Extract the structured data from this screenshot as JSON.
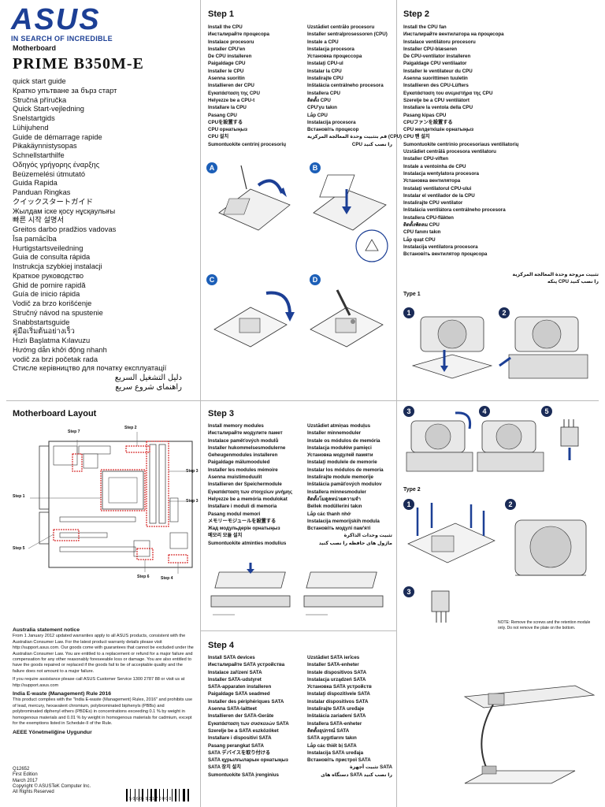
{
  "header": {
    "brand": "ASUS",
    "tagline": "IN SEARCH OF INCREDIBLE",
    "category": "Motherboard",
    "model": "PRIME B350M-E"
  },
  "languages": [
    "quick start guide",
    "Кратко упътване за бърз старт",
    "Stručná příručka",
    "Quick Start-vejledning",
    "Snelstartgids",
    "Lühijuhend",
    "Guide de démarrage rapide",
    "Pikakäynnistysopas",
    "Schnellstarthilfe",
    "Οδηγός γρήγορης έναρξης",
    "Beüzemelési útmutató",
    "Guida Rapida",
    "Panduan Ringkas",
    "クイックスタートガイド",
    "Жылдам іске қосу нұсқаулығы",
    "빠른 시작 설명서",
    "Greitos darbo pradžios vadovas",
    "Īsa pamācība",
    "Hurtigstartsveiledning",
    "Guia de consulta rápida",
    "Instrukcja szybkiej instalacji",
    "Краткое руководство",
    "Ghid de pornire rapidă",
    "Guía de inicio rápida",
    "Vodič za brzo korišćenje",
    "Stručný návod na spustenie",
    "Snabbstartsguide",
    "คู่มือเริ่มต้นอย่างเร็ว",
    "Hızlı Başlatma Kılavuzu",
    "Hướng dẫn khởi động nhanh",
    "vodič za brzi početak rada",
    "Стисле керівництво для початку експлуатації"
  ],
  "languages_rtl": [
    "دليل التشغيل السريع",
    "راهنمای شروع سریع"
  ],
  "layout": {
    "title": "Motherboard Layout",
    "callouts": [
      "Step 7",
      "Step 2",
      "Step 3",
      "Step 1",
      "Step 5",
      "Step 6",
      "Step 4"
    ]
  },
  "step1": {
    "title": "Step 1",
    "col1": [
      "Install the CPU",
      "Инсталирайте процесора",
      "Instalace procesoru",
      "Installer CPU'en",
      "De CPU installeren",
      "Paigaldage CPU",
      "Installer le CPU",
      "Asenna suoritin",
      "Installieren der CPU",
      "Εγκατάσταση της CPU",
      "Helyezze be a CPU-t",
      "Installare la CPU",
      "Pasang CPU",
      "CPUを設置する",
      "CPU орнатыңыз",
      "CPU 설치",
      "Sumontuokite centrinį procesorių"
    ],
    "col2": [
      "Uzstādiet centrālo procesoru",
      "Installer sentralprosessoren (CPU)",
      "Instale a CPU",
      "Instalacja procesora",
      "Установка процессора",
      "Instalaţi CPU-ul",
      "Instalar la CPU",
      "Instalirajte CPU",
      "Inštalácia centrálneho procesora",
      "Installera CPU",
      "ติดตั้ง CPU",
      "CPU'yu takın",
      "Lắp CPU",
      "Instalacija procesora",
      "Встановіть процесор",
      "قم بتثبيت وحدة المعالجة المركزية (CPU)",
      "CPU را نصب كنيد"
    ],
    "panels": [
      "A",
      "B",
      "C",
      "D"
    ]
  },
  "step2": {
    "title": "Step 2",
    "items": [
      "Install the CPU fan",
      "Инсталирайте вентилатора на процесора",
      "Instalace ventilátoru procesoru",
      "Installer CPU-blæseren",
      "De CPU-ventilator installeren",
      "Paigaldage CPU ventilaator",
      "Installer le ventilateur du CPU",
      "Asenna suorittimen tuuletin",
      "Installieren des CPU-Lüfters",
      "Εγκατάσταση του ανεμιστήρα της CPU",
      "Szerelje be a CPU ventilátort",
      "Installare la ventola della CPU",
      "Pasang kipas CPU",
      "CPUファンを設置する",
      "CPU желдеткішін орнатыңыз",
      "CPU 팬 설치",
      "Sumontuokite centrinio procesoriaus ventiliatorių",
      "Uzstādiet centrālā procesora ventilatoru",
      "Installer CPU-viften",
      "Instale a ventoinha de CPU",
      "Instalacja wentylatora procesora",
      "Установка вентилятора",
      "Instalaţi ventilatorul CPU-ului",
      "Instalar el ventilador de la CPU",
      "Instalirajte CPU ventilator",
      "Inštalácia ventilátora centrálneho procesora",
      "Installera CPU-fläkten",
      "ติดตั้งพัดลม CPU",
      "CPU fanını takın",
      "Lắp quạt CPU",
      "Instalacija ventilatora procesora",
      "Встановіть вентилятор процесора"
    ],
    "rtl": [
      "تثبيت مروحة وحدة المعالجة المركزية",
      "پنكه CPU را نصب كنيد"
    ],
    "type1": "Type 1",
    "type2": "Type 2",
    "note": "NOTE: Remove the screws and the retention module only. Do not remove the plate on the bottom."
  },
  "step3": {
    "title": "Step 3",
    "col1": [
      "Install memory modules",
      "Инсталирайте модулите памет",
      "Instalace paměťových modulů",
      "Installer hukommelsesmodulerne",
      "Geheugenmodules installeren",
      "Paigaldage mälumooduled",
      "Installer les modules mémoire",
      "Asenna muistimoduulit",
      "Installieren der Speichermodule",
      "Εγκατάσταση των στοιχείων μνήμης",
      "Helyezze be a memória modulokat",
      "Installare i moduli di memoria",
      "Pasang modul memori",
      "メモリーモジュールを設置する",
      "Жад модульдерін орнатыңыз",
      "메모리 모듈 설치",
      "Sumontuokite atminties modulius"
    ],
    "col2": [
      "Uzstādiet atmiņas moduļus",
      "Installer minnemoduler",
      "Instale os módulos de memória",
      "Instalacja modułów pamięci",
      "Установка модулей памяти",
      "Instalaţi modulele de memorie",
      "Instalar los módulos de memoria",
      "Instalirajte module memorije",
      "Inštalácia pamäťových modulov",
      "Installera minnesmoduler",
      "ติดตั้งโมดูลหน่วยความจำ",
      "Bellek modüllerini takın",
      "Lắp các thanh nhớ",
      "Instalacija memorijskih modula",
      "Встановіть модулі пам'яті",
      "تثبيت وحدات الذاكرة",
      "ماژول های حافظه را نصب كنيد"
    ]
  },
  "step4": {
    "title": "Step 4",
    "col1": [
      "Install SATA devices",
      "Инсталирайте SATA устройства",
      "Instalace zařízení SATA",
      "Installer SATA-udstyret",
      "SATA-apparaten installeren",
      "Paigaldage SATA seadmed",
      "Installer des périphériques SATA",
      "Asenna SATA-laitteet",
      "Installieren der SATA-Geräte",
      "Εγκατάσταση των συσκευών SATA",
      "Szerelje be a SATA eszközöket",
      "Installare i dispositivi SATA",
      "Pasang perangkat SATA",
      "SATA デバイスを取り付ける",
      "SATA құрылғыларын орнатыңыз",
      "SATA 장치 설치",
      "Sumontuokite SATA įrenginius"
    ],
    "col2": [
      "Uzstādiet SATA ierīces",
      "Installer SATA-enheter",
      "Instale dispositivos SATA",
      "Instalacja urządzeń SATA",
      "Установка SATA устройств",
      "Instalaţi dispozitivele SATA",
      "Instalar dispositivos SATA",
      "Instalirajte SATA uređaje",
      "Inštalácia zariadení SATA",
      "Installera SATA-enheter",
      "ติดตั้งอุปกรณ์ SATA",
      "SATA aygıtlarını takın",
      "Lắp các thiết bị SATA",
      "Instalacija SATA uređaja",
      "Встановіть пристрої SATA",
      "تثبيت أجهزة SATA",
      "دستگاه های SATA را نصب كنيد"
    ]
  },
  "australia": {
    "heading": "Australia statement notice",
    "body": "From 1 January 2012 updated warranties apply to all ASUS products, consistent with the Australian Consumer Law. For the latest product warranty details please visit http://support.asus.com. Our goods come with guarantees that cannot be excluded under the Australian Consumer Law. You are entitled to a replacement or refund for a major failure and compensation for any other reasonably foreseeable loss or damage. You are also entitled to have the goods repaired or replaced if the goods fail to be of acceptable quality and the failure does not amount to a major failure.",
    "body2": "If you require assistance please call ASUS Customer Service 1300 2787 88 or visit us at http://support.asus.com"
  },
  "india": {
    "heading": "India E-waste (Management) Rule 2016",
    "body": "This product complies with the \"India E-waste (Management) Rules, 2016\" and prohibits use of lead, mercury, hexavalent chromium, polybrominated biphenyls (PBBs) and polybrominated diphenyl ethers (PBDEs) in concentrations exceeding 0.1 % by weight in homogenous materials and 0.01 % by weight in homogenous materials for cadmium, except for the exemptions listed in Schedule-II of the Rule."
  },
  "aeee": "AEEE Yönetmeliğine Uygundur",
  "footer": [
    "Q12652",
    "First Edition",
    "March 2017",
    "Copyright © ASUSTeK Computer Inc.",
    "All Rights Reserved"
  ],
  "barcode": "15060-93170000",
  "colors": {
    "brand": "#1c3f95",
    "badge_blue": "#1c5fb8",
    "badge_dark": "#1a2b57"
  }
}
